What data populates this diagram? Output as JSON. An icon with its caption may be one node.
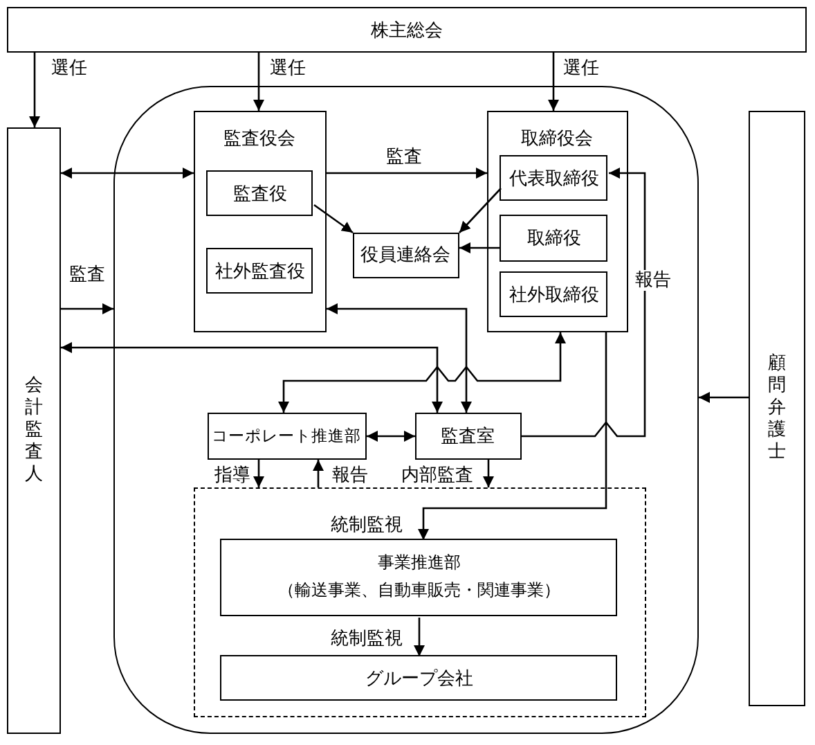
{
  "diagram": {
    "nodes": [
      {
        "text": [
          "株主総会"
        ]
      },
      {
        "text": [
          "会計監査人"
        ]
      },
      {
        "text": [],
        "shape": "box"
      },
      {
        "text": [
          "監査役会"
        ],
        "in": 2
      },
      {
        "text": [
          "監査役"
        ],
        "in": 3
      },
      {
        "text": [
          "社外監査役"
        ],
        "in": 3
      },
      {
        "text": [
          "役員連絡会"
        ],
        "in": 2
      },
      {
        "text": [
          "取締役会"
        ],
        "in": 2
      },
      {
        "text": [
          "代表取締役"
        ],
        "in": 7
      },
      {
        "text": [
          "取締役"
        ],
        "in": 7
      },
      {
        "text": [
          "社外取締役"
        ],
        "in": 7
      },
      {
        "text": [
          "コーポレート推進部"
        ],
        "in": 2
      },
      {
        "text": [
          "監査室"
        ],
        "in": 2
      },
      {
        "text": [],
        "shape": "box",
        "in": 2
      },
      {
        "text": [
          "事業推進部",
          "（輸送事業、自動車販売・関連事業）"
        ],
        "in": 13
      },
      {
        "text": [
          "グループ会社"
        ],
        "in": 13
      },
      {
        "text": [
          "顧問弁護士"
        ]
      }
    ],
    "edges": [
      {
        "from": 0,
        "to": 1,
        "arrow": "to",
        "label": "選任"
      },
      {
        "from": 0,
        "to": 3,
        "arrow": "to",
        "label": "選任"
      },
      {
        "from": 0,
        "to": 7,
        "arrow": "to",
        "label": "選任"
      },
      {
        "from": 1,
        "to": 3,
        "arrow": "both"
      },
      {
        "from": 3,
        "to": 7,
        "arrow": "to",
        "label": "監査"
      },
      {
        "from": 4,
        "to": 6,
        "arrow": "to"
      },
      {
        "from": 8,
        "to": 6,
        "arrow": "to"
      },
      {
        "from": 9,
        "to": 6,
        "arrow": "to"
      },
      {
        "from": 1,
        "to": 2,
        "arrow": "to",
        "label": "監査"
      },
      {
        "from": 1,
        "to": 12,
        "arrow": "both"
      },
      {
        "from": 3,
        "to": 12,
        "arrow": "both"
      },
      {
        "from": 11,
        "to": 7,
        "arrow": "both"
      },
      {
        "from": 11,
        "to": 12,
        "arrow": "both"
      },
      {
        "from": 12,
        "to": 8,
        "arrow": "to",
        "label": "報告"
      },
      {
        "from": 7,
        "to": 14,
        "arrow": "to",
        "label": "統制監視"
      },
      {
        "from": 11,
        "to": 13,
        "arrow": "to",
        "label": "指導"
      },
      {
        "from": 13,
        "to": 11,
        "arrow": "to",
        "label": "報告"
      },
      {
        "from": 12,
        "to": 13,
        "arrow": "to",
        "label": "内部監査"
      },
      {
        "from": 14,
        "to": 15,
        "arrow": "to",
        "label": "統制監視"
      },
      {
        "from": 16,
        "to": 2,
        "arrow": "to"
      }
    ]
  }
}
